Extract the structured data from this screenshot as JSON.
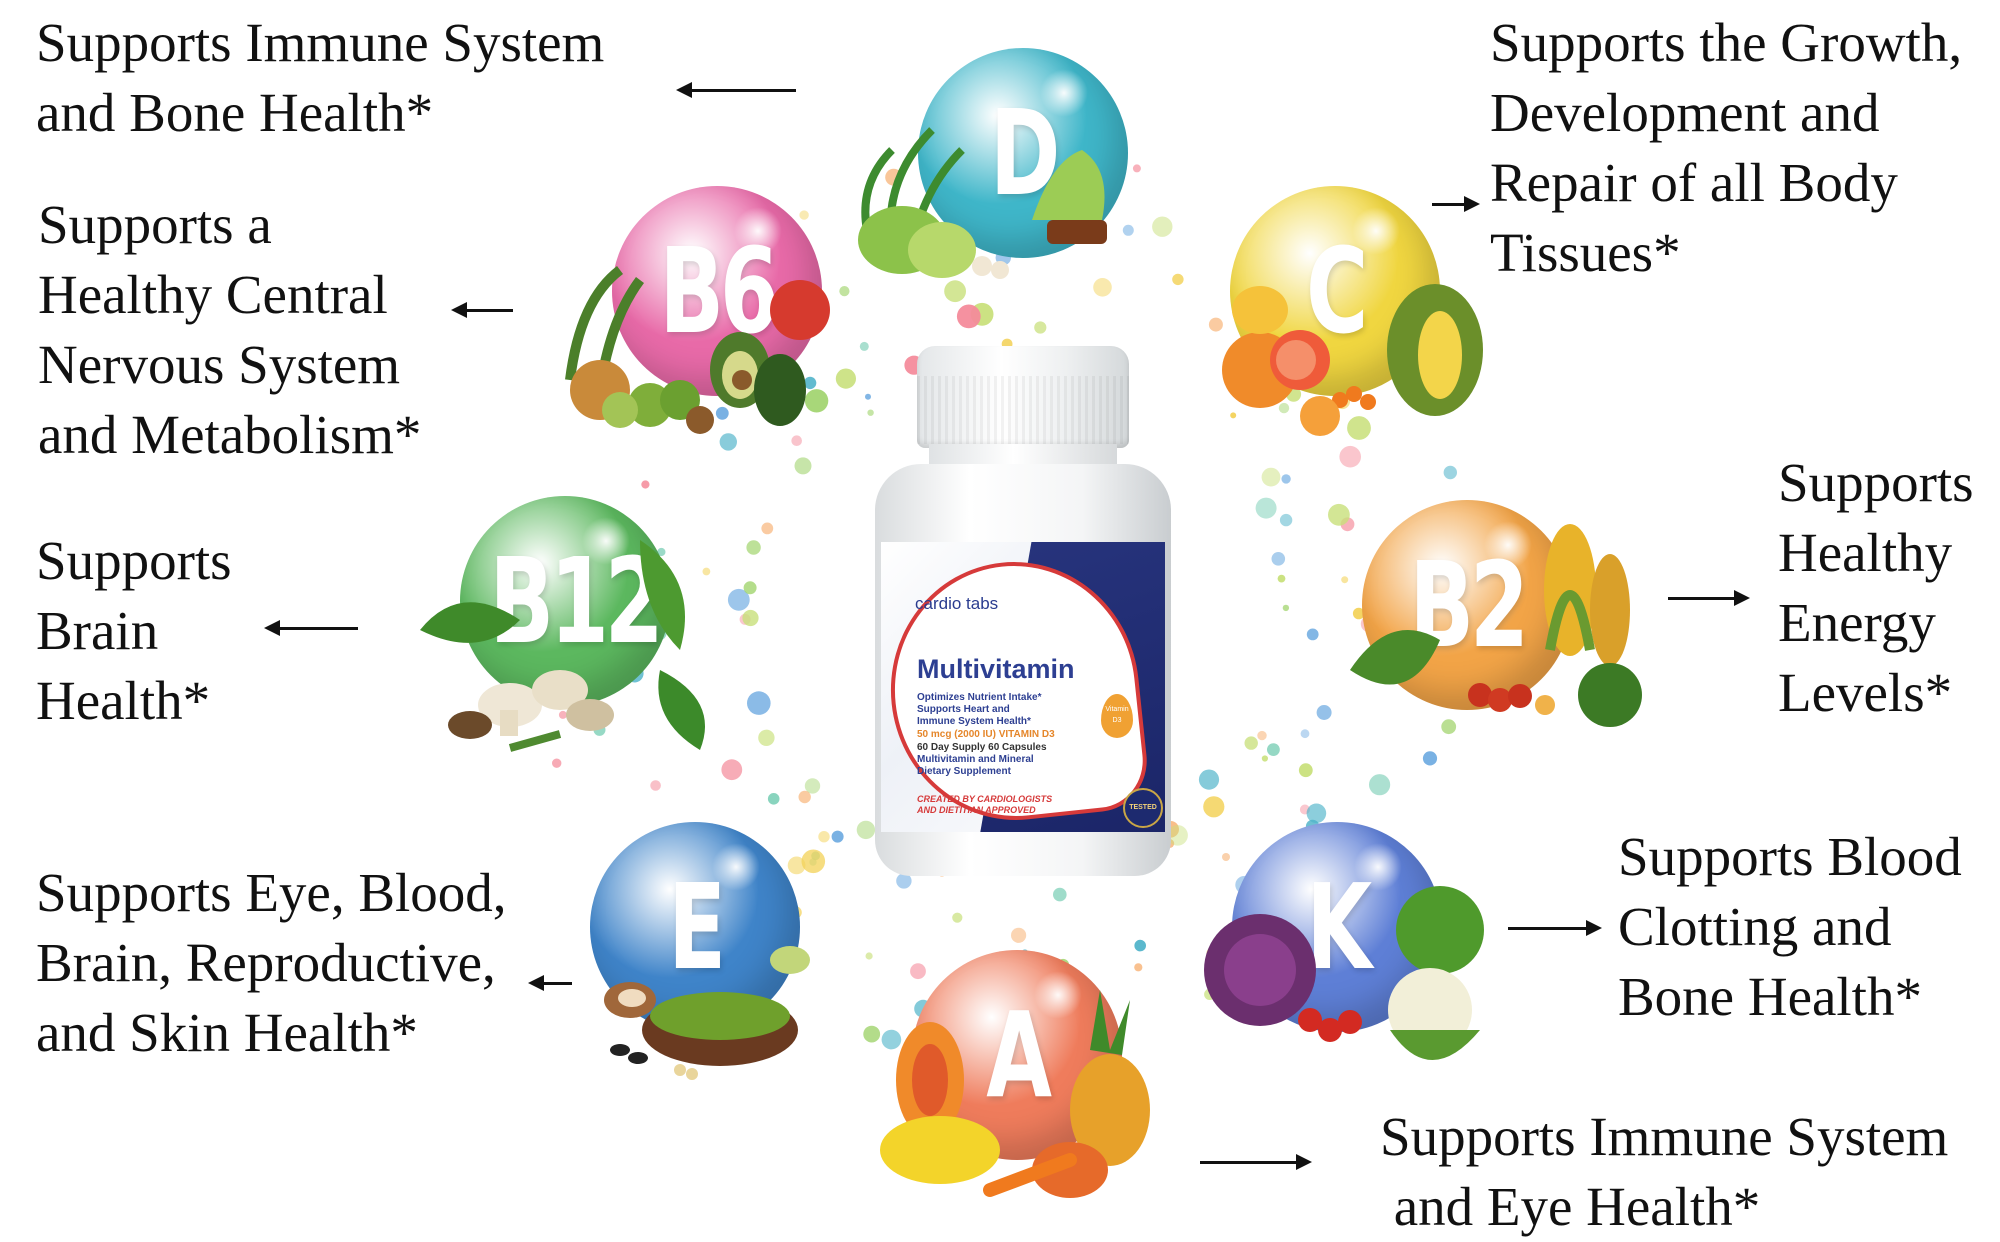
{
  "captions": {
    "d": [
      "Supports Immune System",
      "and Bone Health*"
    ],
    "b6": [
      "Supports a",
      "Healthy Central",
      "Nervous System",
      "and Metabolism*"
    ],
    "b12": [
      "Supports",
      "Brain",
      "Health*"
    ],
    "e": [
      "Supports Eye, Blood,",
      "Brain, Reproductive,",
      "and Skin Health*"
    ],
    "c": [
      "Supports the Growth,",
      "Development and",
      "Repair of all Body",
      "Tissues*"
    ],
    "b2": [
      "Supports",
      "Healthy",
      "Energy",
      "Levels*"
    ],
    "k": [
      "Supports Blood",
      "Clotting and",
      "Bone Health*"
    ],
    "a": [
      "Supports Immune System",
      " and Eye Health*"
    ]
  },
  "vitamins": {
    "d": {
      "letter": "D",
      "color": "#3fb6c9"
    },
    "b6": {
      "letter": "B6",
      "color": "#e86aa8"
    },
    "b12": {
      "letter": "B12",
      "color": "#5cb85f"
    },
    "e": {
      "letter": "E",
      "color": "#3f84c9"
    },
    "c": {
      "letter": "C",
      "color": "#f0d640"
    },
    "b2": {
      "letter": "B2",
      "color": "#f2a447"
    },
    "k": {
      "letter": "K",
      "color": "#5e7fd6"
    },
    "a": {
      "letter": "A",
      "color": "#ef7c5c"
    }
  },
  "bottle": {
    "brand": "cardio tabs",
    "title": "Multivitamin",
    "line1": "Optimizes Nutrient Intake*",
    "line2": "Supports Heart and",
    "line3": "Immune System Health*",
    "line4": "50 mcg (2000 IU)  VITAMIN D3",
    "line5": "60 Day Supply 60 Capsules",
    "line6": "Multivitamin and Mineral",
    "line7": "Dietary Supplement",
    "line8": "CREATED BY CARDIOLOGISTS",
    "line9": "AND DIETITIAN APPROVED",
    "drop_text": "Vitamin D3",
    "seal_text": "TESTED"
  }
}
